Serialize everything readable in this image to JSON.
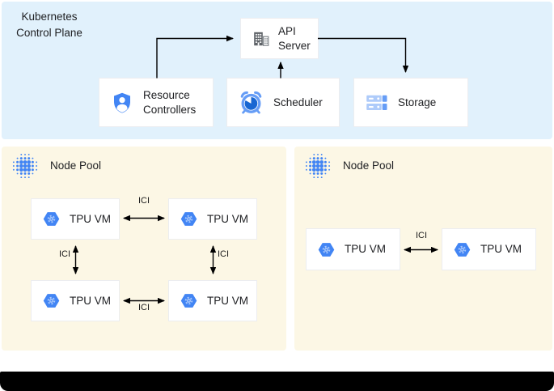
{
  "control_plane": {
    "label": "Kubernetes Control Plane",
    "nodes": {
      "api_server": {
        "label": "API Server",
        "icon": "building-icon"
      },
      "resource_controllers": {
        "label": "Resource Controllers",
        "icon": "shield-user-icon"
      },
      "scheduler": {
        "label": "Scheduler",
        "icon": "alarm-clock-icon"
      },
      "storage": {
        "label": "Storage",
        "icon": "storage-disks-icon"
      }
    },
    "connections": [
      "resource-controllers -> api-server",
      "scheduler -> api-server",
      "api-server -> storage"
    ]
  },
  "node_pools": [
    {
      "label": "Node Pool",
      "icon": "dotted-cluster-icon",
      "vms": [
        "TPU VM",
        "TPU VM",
        "TPU VM",
        "TPU VM"
      ],
      "ici_labels": [
        "ICI",
        "ICI",
        "ICI",
        "ICI"
      ],
      "links": [
        "vm0 <-> vm1",
        "vm0 <-> vm2",
        "vm1 <-> vm3",
        "vm2 <-> vm3"
      ]
    },
    {
      "label": "Node Pool",
      "icon": "dotted-cluster-icon",
      "vms": [
        "TPU VM",
        "TPU VM"
      ],
      "ici_labels": [
        "ICI"
      ],
      "links": [
        "vm0 <-> vm1"
      ]
    }
  ],
  "colors": {
    "control_plane_bg": "#e1f1fc",
    "node_pool_bg": "#fcf7e5",
    "box_border": "#ecedf0",
    "google_blue": "#4285f4",
    "light_blue": "#aecbfa",
    "mid_blue": "#669df6",
    "dark_blue": "#1967d2",
    "icon_gray": "#5f6368",
    "arrow": "#000000",
    "bottom_bar": "#000000"
  }
}
